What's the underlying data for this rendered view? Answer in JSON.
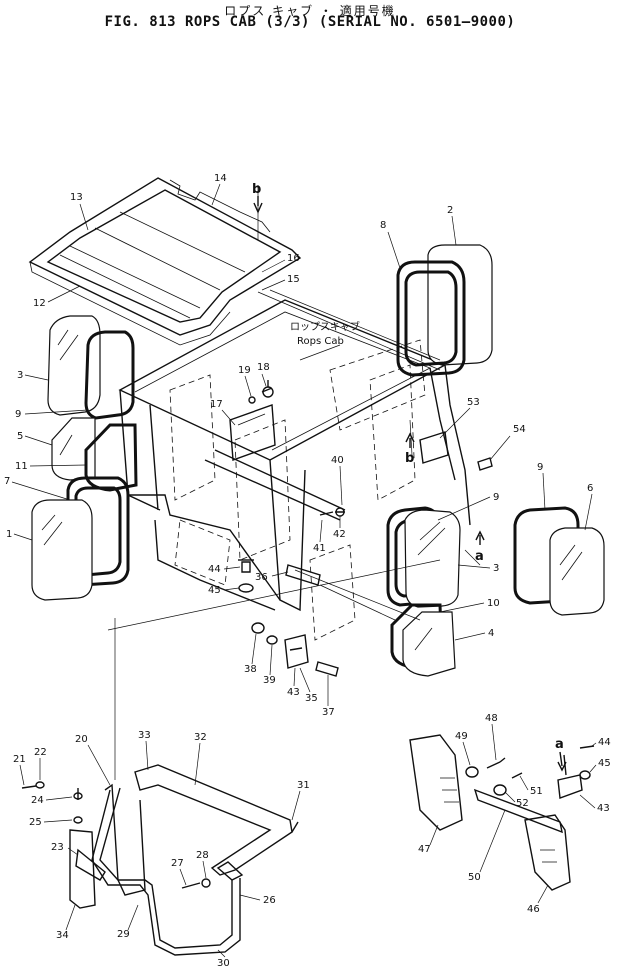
{
  "header": {
    "title_jp": "ロプス キャブ ・ 適用号機",
    "title": "FIG. 813   ROPS CAB (3/3)  (SERIAL  NO. 6501–9000)"
  },
  "callouts": {
    "cab_label_jp": "ロップスキャブ",
    "cab_label_en": "Rops Cab",
    "a1": "a",
    "a2": "a",
    "b1": "b",
    "b2": "b"
  },
  "parts": {
    "p1": "1",
    "p2": "2",
    "p3a": "3",
    "p3b": "3",
    "p4": "4",
    "p5": "5",
    "p6": "6",
    "p7": "7",
    "p8": "8",
    "p9a": "9",
    "p9b": "9",
    "p9c": "9",
    "p10": "10",
    "p11": "11",
    "p12": "12",
    "p13": "13",
    "p14": "14",
    "p15": "15",
    "p16": "16",
    "p17": "17",
    "p18": "18",
    "p19": "19",
    "p20": "20",
    "p21": "21",
    "p22": "22",
    "p23": "23",
    "p24": "24",
    "p25": "25",
    "p26": "26",
    "p27": "27",
    "p28": "28",
    "p29": "29",
    "p30": "30",
    "p31": "31",
    "p32": "32",
    "p33": "33",
    "p34": "34",
    "p35": "35",
    "p36": "36",
    "p37": "37",
    "p38": "38",
    "p39": "39",
    "p40": "40",
    "p41": "41",
    "p42": "42",
    "p43a": "43",
    "p43b": "43",
    "p44a": "44",
    "p44b": "44",
    "p45a": "45",
    "p45b": "45",
    "p46": "46",
    "p47": "47",
    "p48": "48",
    "p49": "49",
    "p50": "50",
    "p51": "51",
    "p52": "52",
    "p53": "53",
    "p54": "54"
  }
}
